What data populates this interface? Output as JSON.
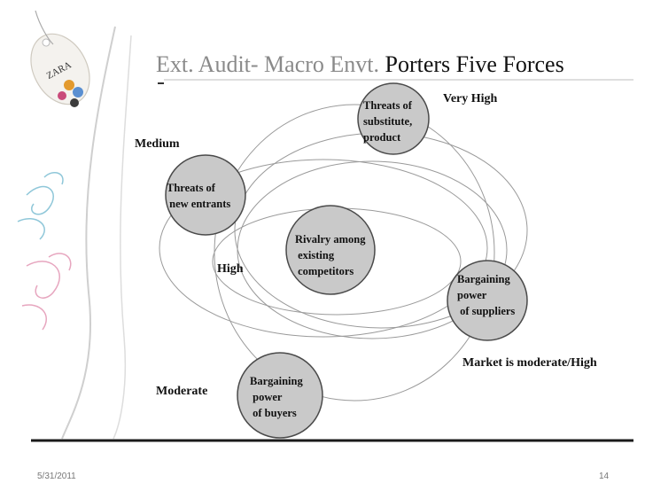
{
  "slide": {
    "title_gray": "Ext. Audit- Macro Envt.",
    "title_black": "Porters Five Forces",
    "logo_text": "ZARA",
    "footer_date": "5/31/2011",
    "footer_page": "14"
  },
  "diagram": {
    "nodes": {
      "substitutes": [
        "Threats of",
        "substitute,",
        "product"
      ],
      "new_entrants": [
        "Threats of",
        " new entrants"
      ],
      "rivalry": [
        "Rivalry among",
        " existing",
        " competitors"
      ],
      "suppliers": [
        "Bargaining",
        "power",
        " of suppliers"
      ],
      "buyers": [
        "Bargaining",
        " power",
        " of buyers"
      ]
    },
    "ratings": {
      "substitutes": "Very High",
      "new_entrants": "Medium",
      "rivalry": "High",
      "suppliers": "Market is moderate/High",
      "buyers": "Moderate"
    },
    "colors": {
      "circle_fill": "#c9c9c9",
      "circle_stroke": "#4a4a4a",
      "orbit_stroke": "#9a9a9a",
      "rule": "#1a1a1a"
    }
  }
}
